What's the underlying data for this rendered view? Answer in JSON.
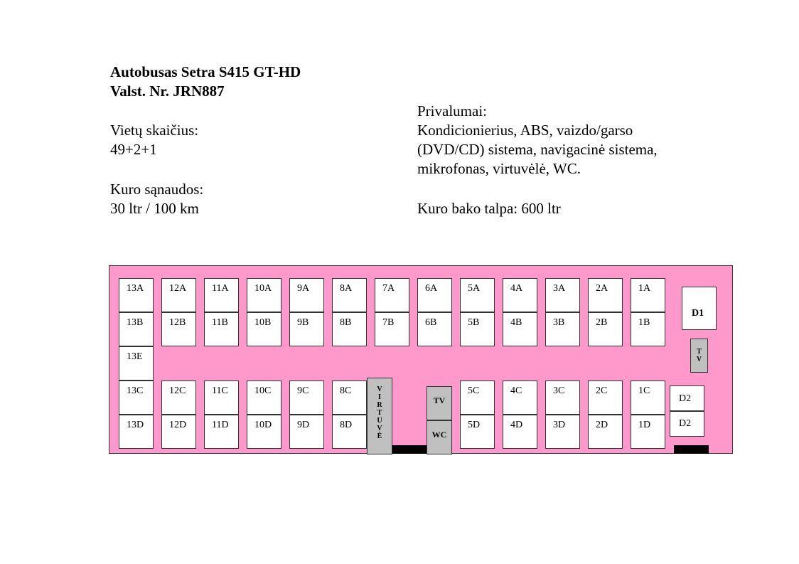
{
  "header": {
    "bus_name": "Autobusas Setra S415 GT-HD",
    "plate": "Valst. Nr.  JRN887"
  },
  "specs": {
    "seats_label": "Vietų skaičius:",
    "seats_value": "49+2+1",
    "fuel_label": "Kuro sąnaudos:",
    "fuel_value": "30 ltr / 100 km"
  },
  "features": {
    "title": "Privalumai:",
    "line1": "Kondicionierius, ABS, vaizdo/garso",
    "line2": "(DVD/CD) sistema, navigacinė sistema,",
    "line3": "mikrofonas, virtuvėlė, WC.",
    "tank": "Kuro bako talpa: 600 ltr"
  },
  "seatmap": {
    "row_a": [
      "13A",
      "12A",
      "11A",
      "10A",
      "9A",
      "8A",
      "7A",
      "6A",
      "5A",
      "4A",
      "3A",
      "2A",
      "1A"
    ],
    "row_b": [
      "13B",
      "12B",
      "11B",
      "10B",
      "9B",
      "8B",
      "7B",
      "6B",
      "5B",
      "4B",
      "3B",
      "2B",
      "1B"
    ],
    "row_c_back": [
      "13C",
      "12C",
      "11C",
      "10C",
      "9C",
      "8C"
    ],
    "row_d_back": [
      "13D",
      "12D",
      "11D",
      "10D",
      "9D",
      "8D"
    ],
    "row_c_front": [
      "5C",
      "4C",
      "3C",
      "2C",
      "1C"
    ],
    "row_d_front": [
      "5D",
      "4D",
      "3D",
      "2D",
      "1D"
    ],
    "seat_13e": "13E",
    "driver": "D1",
    "guide_top": "D2",
    "guide_bottom": "D2",
    "tv_front": "T V",
    "kitchen": "V I R T U V Ė",
    "tv_mid": "TV",
    "wc": "WC"
  },
  "colors": {
    "bus_body": "#ff99cc",
    "fixtures": "#c0c0c0"
  }
}
